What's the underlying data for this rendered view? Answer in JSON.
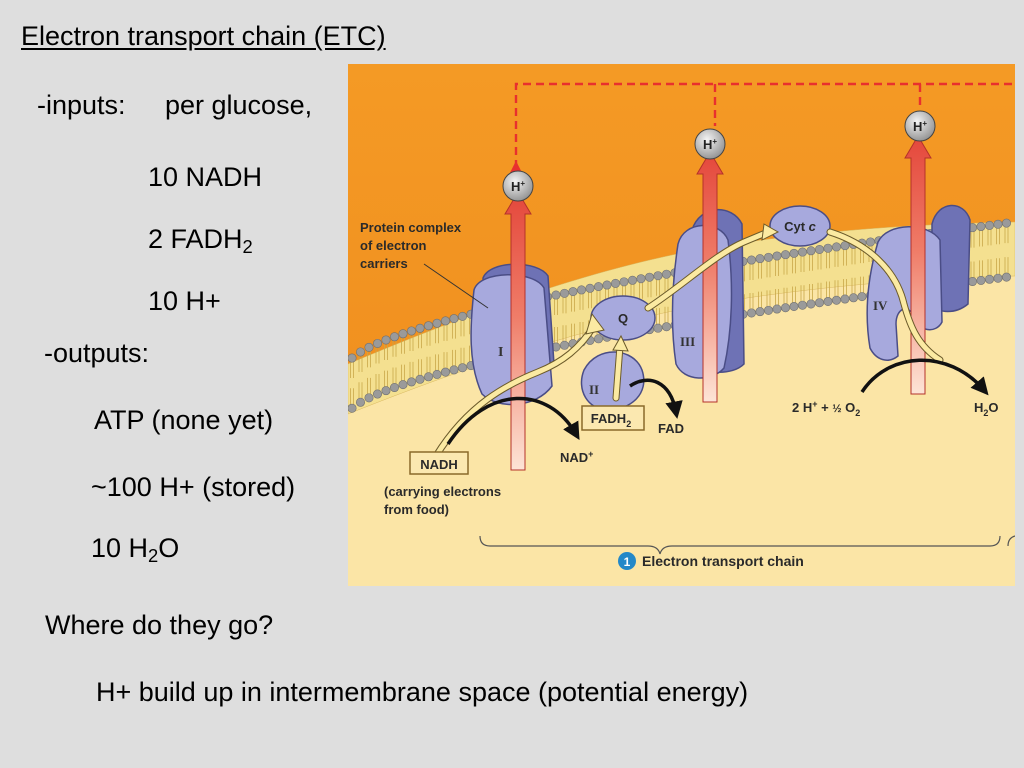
{
  "slide": {
    "title": "Electron transport chain (ETC)",
    "inputs_label": "-inputs:",
    "inputs_note": "per glucose,",
    "inputs": [
      {
        "text": "10 NADH",
        "sub": "",
        "suffix": ""
      },
      {
        "text": "2 FADH",
        "sub": "2",
        "suffix": ""
      },
      {
        "text": "10 H+",
        "sub": "",
        "suffix": ""
      }
    ],
    "outputs_label": "-outputs:",
    "outputs": [
      {
        "text": "ATP (none yet)",
        "sub": "",
        "suffix": ""
      },
      {
        "text": "~100 H+ (stored)",
        "sub": "",
        "suffix": ""
      },
      {
        "text": "10 H",
        "sub": "2",
        "suffix": "O"
      }
    ],
    "question": "Where do they go?",
    "answer": "H+ build up in intermembrane space (potential energy)"
  },
  "diagram": {
    "colors": {
      "intermembrane": "#f39322",
      "matrix": "#fbe5a6",
      "protein": "#a7a9dd",
      "protein_edge": "#4a4d86",
      "lipid_head": "#9a9a9a",
      "proton_arrow": "#e4473b",
      "electron_arrow": "#fbeaa2",
      "dashed": "#e8302e",
      "label_box": "#fbe8b0",
      "number_badge": "#2388c8"
    },
    "callout": {
      "line1": "Protein complex",
      "line2": "of electron",
      "line3": "carriers"
    },
    "proton": {
      "base": "H",
      "sup": "+"
    },
    "complexes": {
      "c1": "I",
      "c2": "II",
      "c3": "III",
      "c4": "IV"
    },
    "q_label": "Q",
    "cytc": {
      "base": "Cyt",
      "italic": "c"
    },
    "nadh_box": "NADH",
    "nad_plus": {
      "base": "NAD",
      "sup": "+"
    },
    "carrying_line1": "(carrying electrons",
    "carrying_line2": "from food)",
    "fadh2_box": {
      "base": "FADH",
      "sub": "2"
    },
    "fad": "FAD",
    "oxygen_eq": {
      "a": "2 H",
      "a_sup": "+",
      "b": " + ",
      "half": "½",
      "c": " O",
      "c_sub": "2"
    },
    "water": {
      "a": "H",
      "sub": "2",
      "b": "O"
    },
    "step_number": "1",
    "caption": "Electron transport chain"
  }
}
